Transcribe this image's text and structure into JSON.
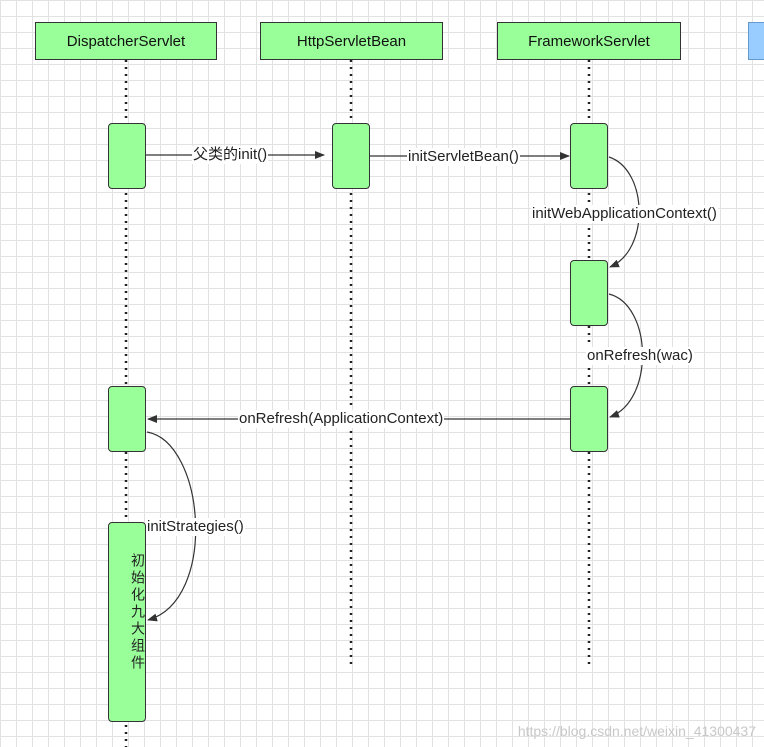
{
  "lifelines": {
    "dispatcher": "DispatcherServlet",
    "httpbean": "HttpServletBean",
    "framework": "FrameworkServlet"
  },
  "messages": {
    "parent_init": "父类的init()",
    "init_servlet_bean": "initServletBean()",
    "init_web_app_context": "initWebApplicationContext()",
    "on_refresh_wac": "onRefresh(wac)",
    "on_refresh_app_context": "onRefresh(ApplicationContext)",
    "init_strategies": "initStrategies()"
  },
  "activation_note": "初始化九大组件",
  "watermark": "https://blog.csdn.net/weixin_41300437",
  "colors": {
    "box_fill": "#99ff99",
    "cut_box_fill": "#99ccff",
    "line": "#333333"
  }
}
